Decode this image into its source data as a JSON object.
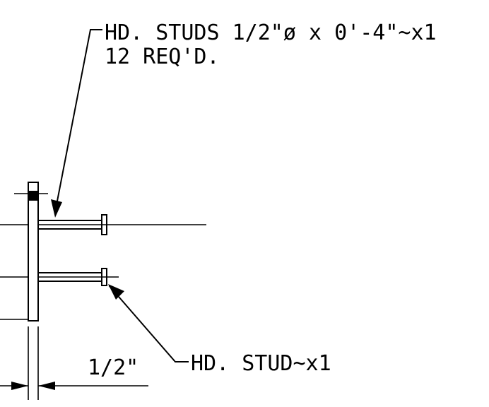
{
  "callouts": {
    "studs_line1": "HD. STUDS 1/2\"ø x 0'-4\"~x1",
    "studs_line2": "12 REQ'D.",
    "stud_single": "HD. STUD~x1"
  },
  "dimension": {
    "label": "1/2\""
  },
  "colors": {
    "ink": "#000000",
    "paper": "#ffffff"
  }
}
